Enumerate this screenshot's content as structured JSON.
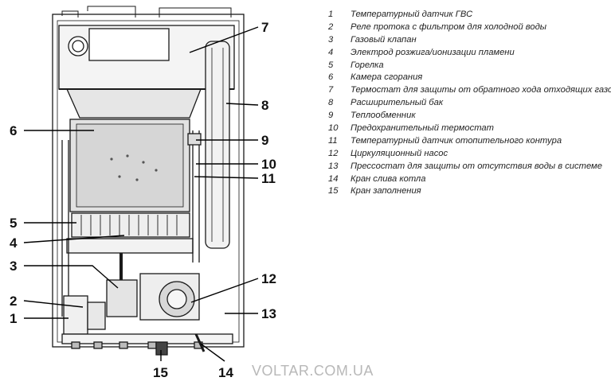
{
  "callouts": [
    {
      "number": "1"
    },
    {
      "number": "2"
    },
    {
      "number": "3"
    },
    {
      "number": "4"
    },
    {
      "number": "5"
    },
    {
      "number": "6"
    },
    {
      "number": "7"
    },
    {
      "number": "8"
    },
    {
      "number": "9"
    },
    {
      "number": "10"
    },
    {
      "number": "11"
    },
    {
      "number": "12"
    },
    {
      "number": "13"
    },
    {
      "number": "14"
    },
    {
      "number": "15"
    }
  ],
  "legend": [
    {
      "number": "1",
      "label": "Температурный датчик ГВС"
    },
    {
      "number": "2",
      "label": "Реле протока с фильтром для холодной воды"
    },
    {
      "number": "3",
      "label": "Газовый клапан"
    },
    {
      "number": "4",
      "label": "Электрод розжига/ионизации пламени"
    },
    {
      "number": "5",
      "label": "Горелка"
    },
    {
      "number": "6",
      "label": "Камера сгорания"
    },
    {
      "number": "7",
      "label": "Термостат для защиты от обратного хода отходящих газов"
    },
    {
      "number": "8",
      "label": "Расширительный бак"
    },
    {
      "number": "9",
      "label": "Теплообменник"
    },
    {
      "number": "10",
      "label": "Предохранительный термостат"
    },
    {
      "number": "11",
      "label": "Температурный датчик отопительного контура"
    },
    {
      "number": "12",
      "label": "Циркуляционный насос"
    },
    {
      "number": "13",
      "label": "Прессостат для защиты от отсутствия воды в системе"
    },
    {
      "number": "14",
      "label": "Кран слива котла"
    },
    {
      "number": "15",
      "label": "Кран заполнения"
    }
  ],
  "watermark": "VOLTAR.COM.UA"
}
